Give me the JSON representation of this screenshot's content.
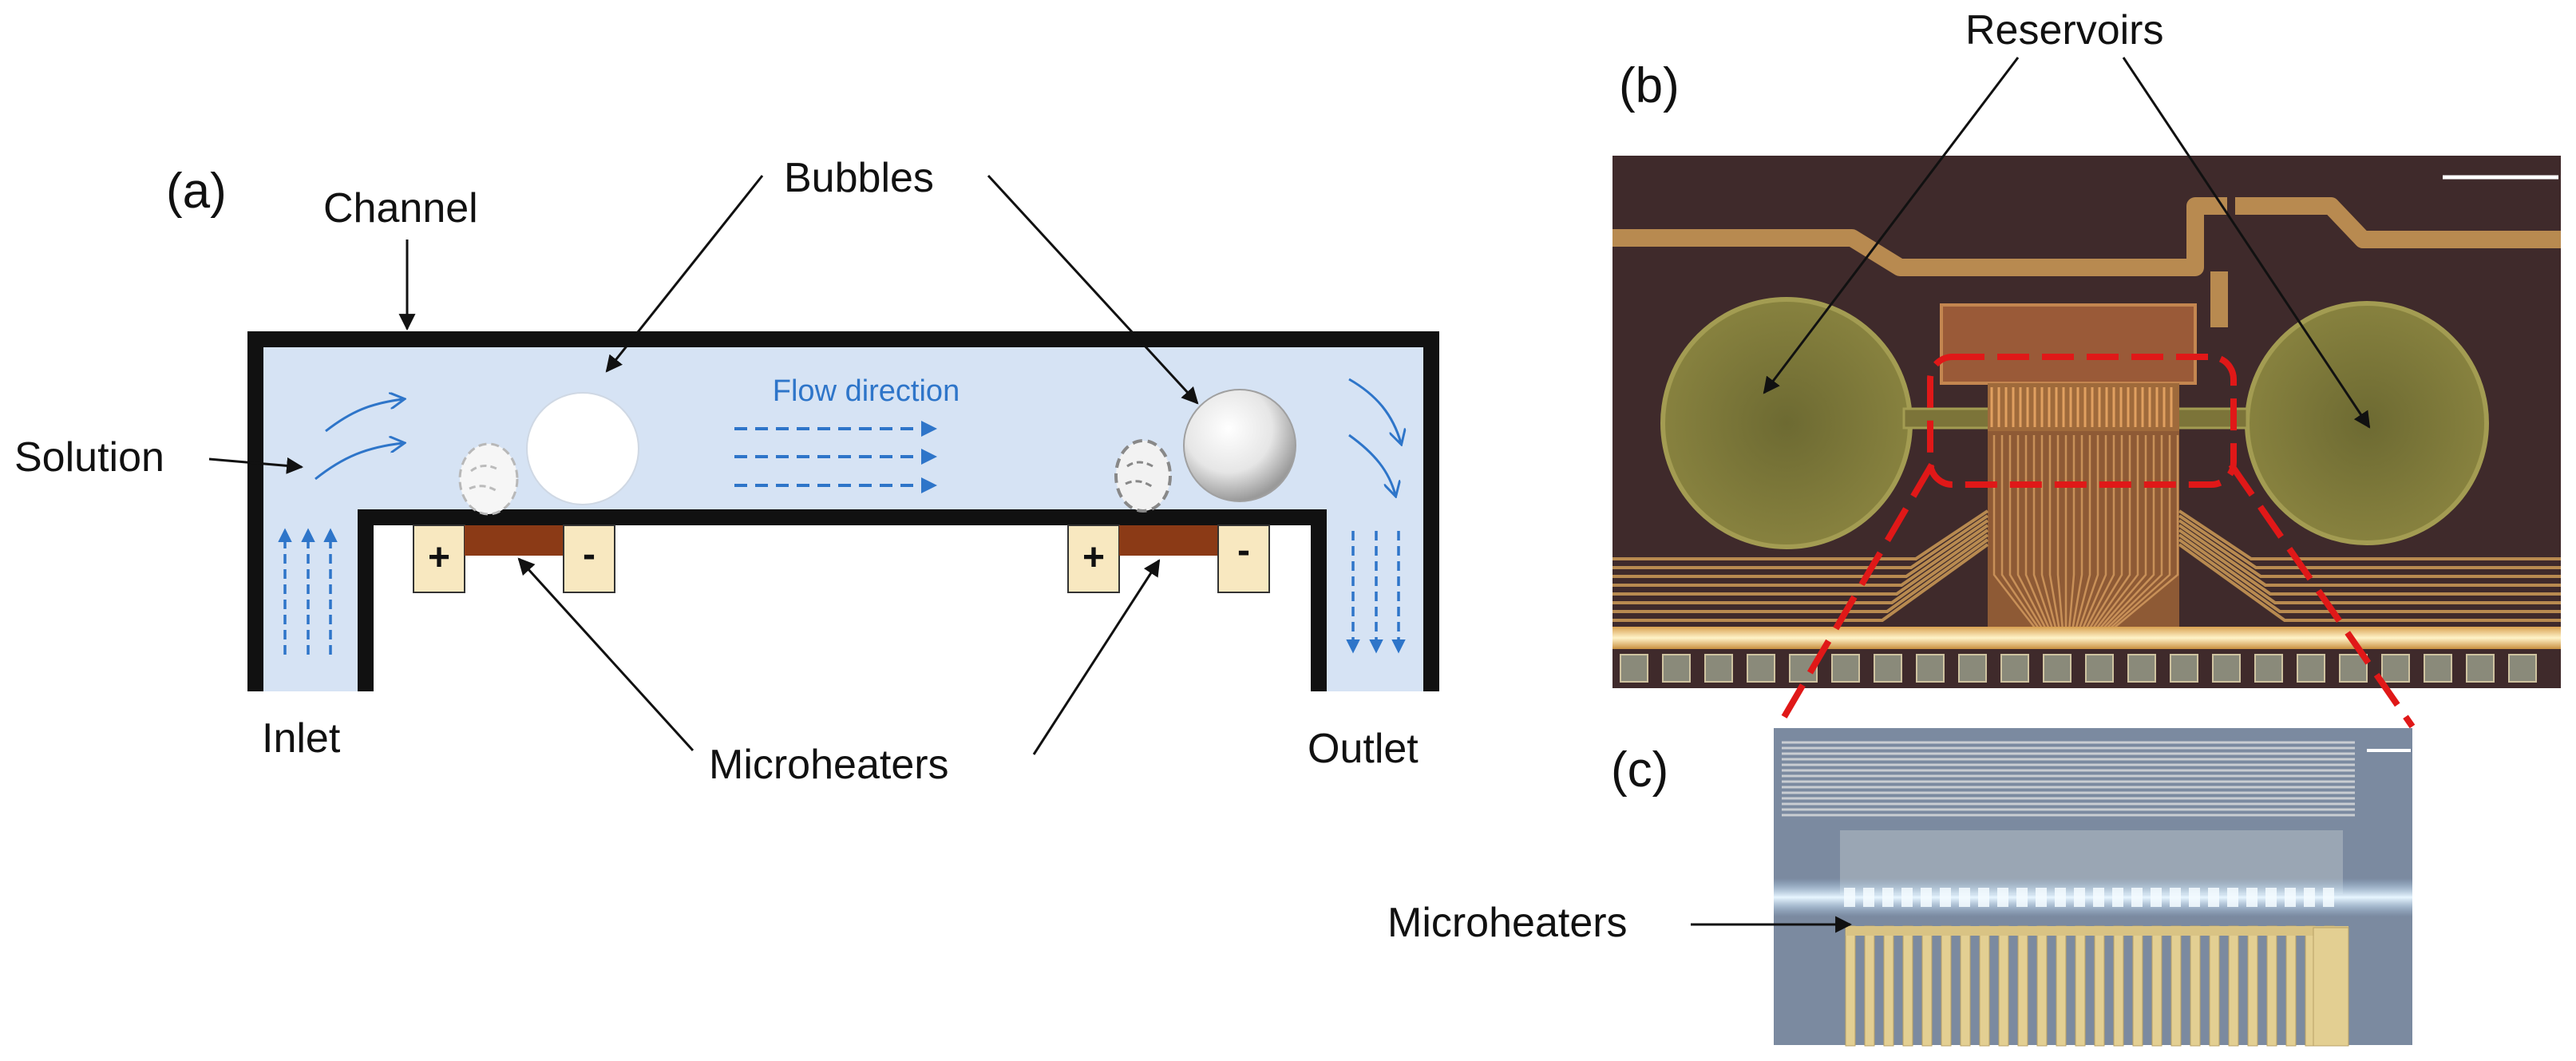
{
  "panel_a": {
    "panel_label": "(a)",
    "channel_label": "Channel",
    "bubbles_label": "Bubbles",
    "solution_label": "Solution",
    "flow_label": "Flow direction",
    "inlet_label": "Inlet",
    "outlet_label": "Outlet",
    "microheaters_label": "Microheaters",
    "electrode_plus": "+",
    "electrode_minus": "-"
  },
  "panel_b": {
    "panel_label": "(b)",
    "reservoirs_label": "Reservoirs"
  },
  "panel_c": {
    "panel_label": "(c)",
    "microheaters_label": "Microheaters"
  },
  "colors": {
    "solution": "#d6e3f4",
    "channel_wall": "#111111",
    "flow_arrow": "#2e75c9",
    "heater": "#8b3a16",
    "electrode": "#f8e8c0",
    "highlight": "#e01818",
    "chip_background": "#3f2a2b",
    "gold_trace": "#b88a50",
    "reservoir": "#7f7a3c",
    "micro_background": "#7b8aa0"
  }
}
